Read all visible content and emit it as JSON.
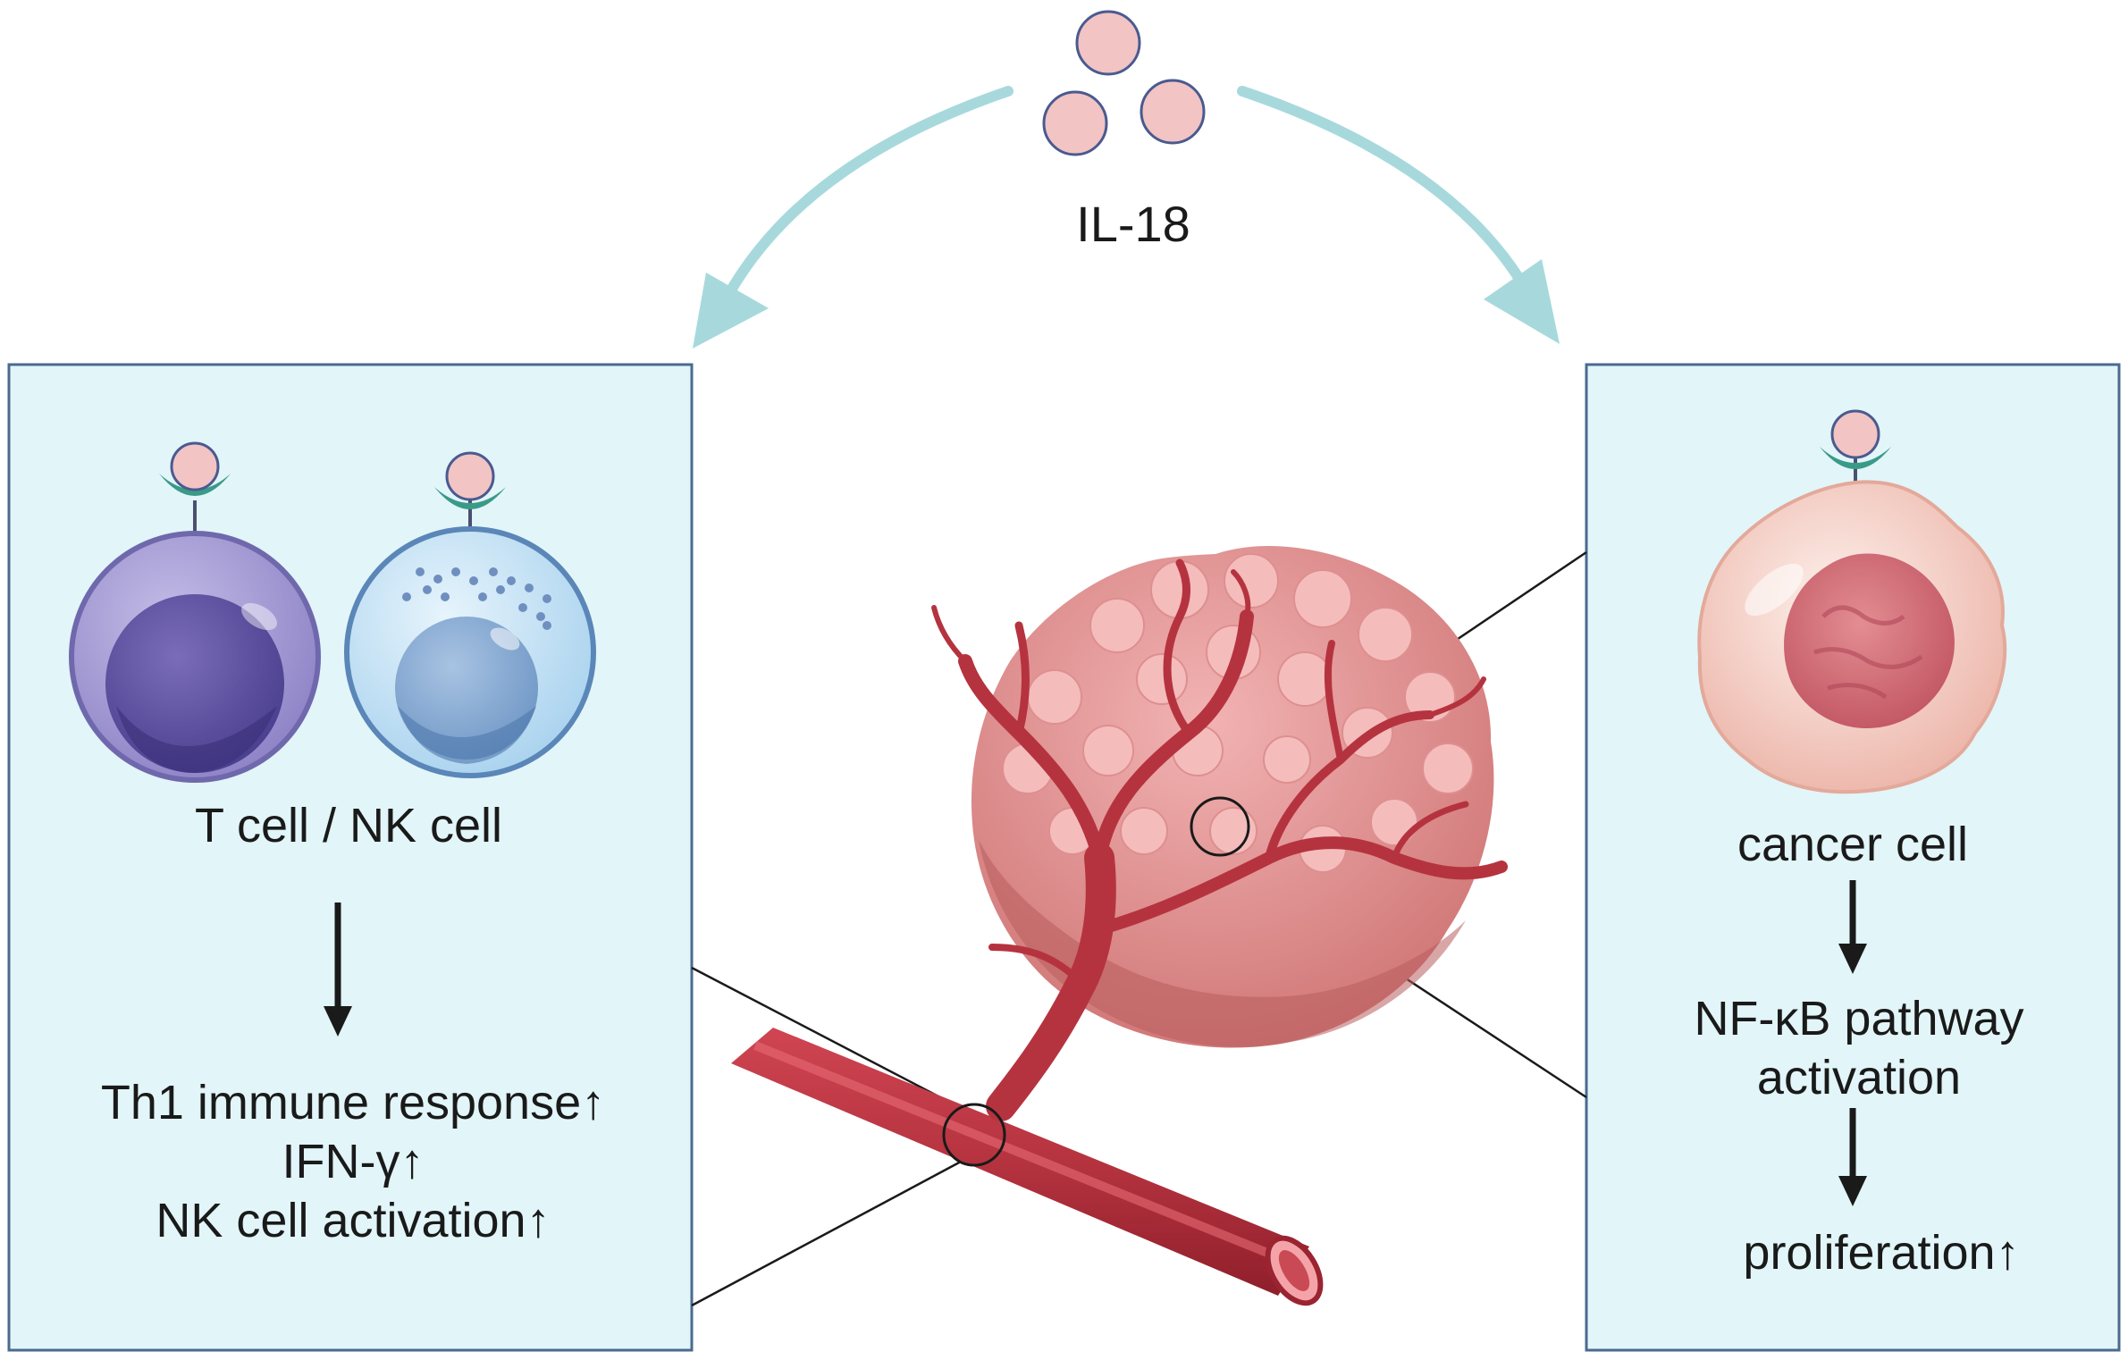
{
  "cytokine": {
    "label": "IL-18"
  },
  "left_panel": {
    "cells_label": "T cell / NK cell",
    "effects": [
      "Th1 immune response↑",
      "IFN-γ↑",
      "NK cell activation↑"
    ]
  },
  "right_panel": {
    "cell_label": "cancer cell",
    "pathway_line1": "NF-κB pathway",
    "pathway_line2": "activation",
    "outcome": "proliferation↑"
  },
  "colors": {
    "panel_fill": "#e2f5f9",
    "panel_border": "#4a6a90",
    "curved_arrow": "#a7d9dc",
    "il18_particle": "#f2c4c4",
    "receptor": "#3a9a88",
    "tumor": "#e59c9c",
    "vessel": "#b5333f"
  }
}
